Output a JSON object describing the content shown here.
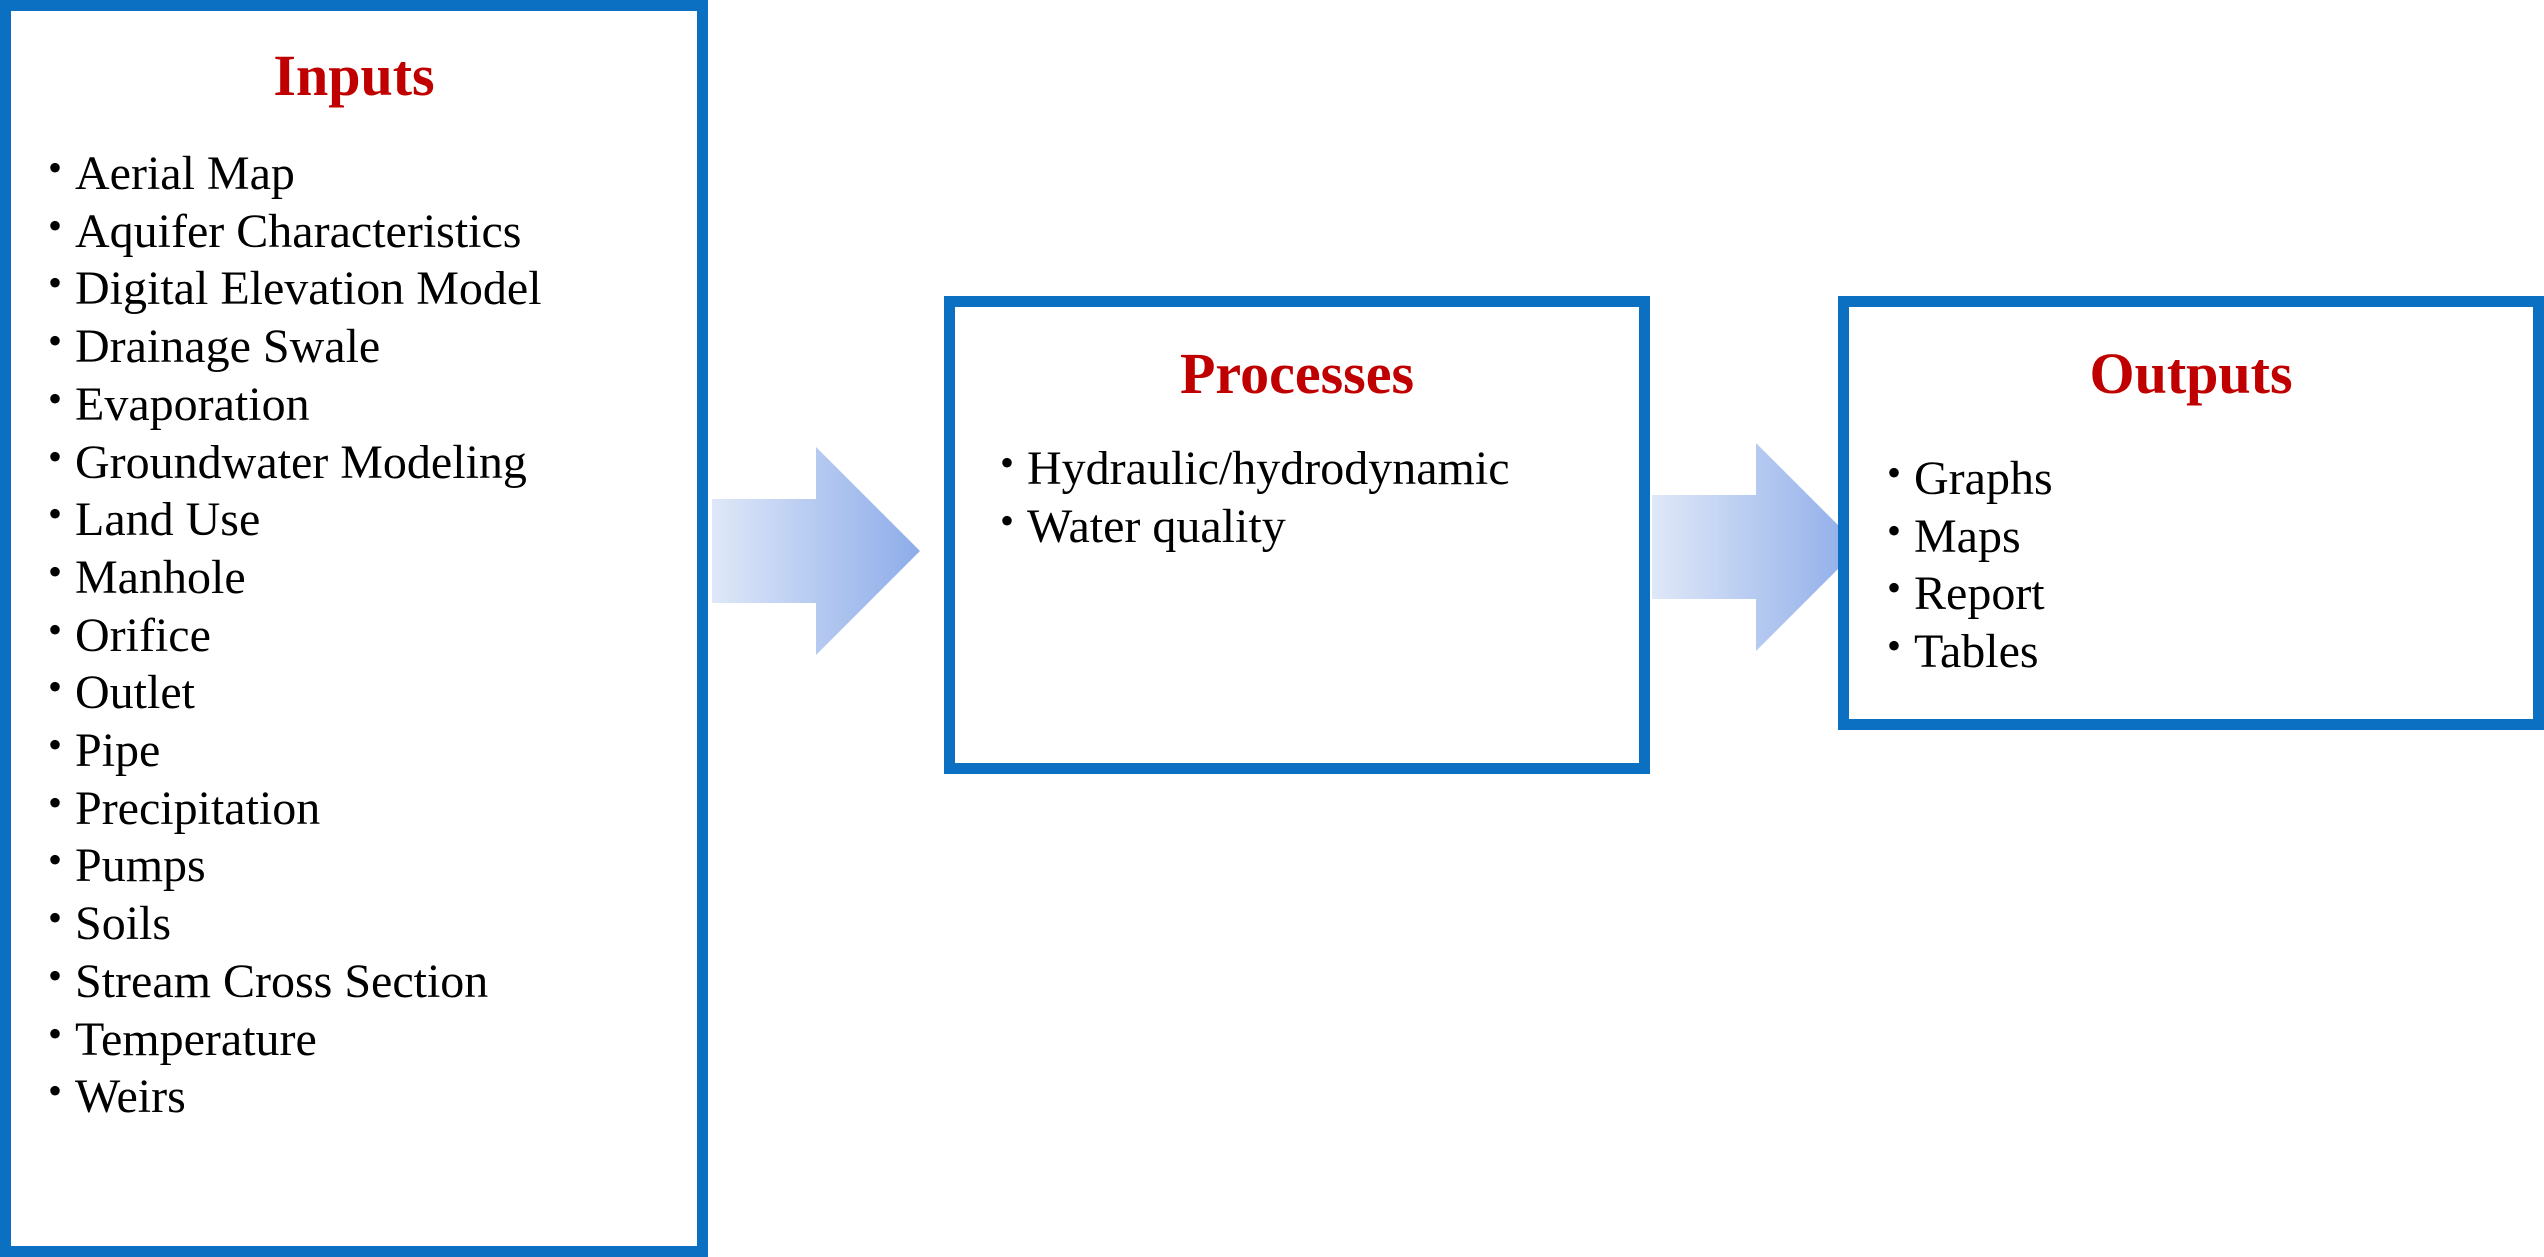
{
  "inputs": {
    "title": "Inputs",
    "items": [
      "Aerial Map",
      "Aquifer Characteristics",
      "Digital Elevation Model",
      "Drainage Swale",
      "Evaporation",
      "Groundwater Modeling",
      "Land Use",
      "Manhole",
      "Orifice",
      "Outlet",
      "Pipe",
      "Precipitation",
      "Pumps",
      "Soils",
      "Stream Cross Section",
      "Temperature",
      "Weirs"
    ]
  },
  "processes": {
    "title": "Processes",
    "items": [
      "Hydraulic/hydrodynamic",
      "Water quality"
    ]
  },
  "outputs": {
    "title": "Outputs",
    "items": [
      "Graphs",
      "Maps",
      "Report",
      "Tables"
    ]
  },
  "style": {
    "border_color": "#0b6fc2",
    "title_color": "#c00000",
    "text_color": "#000000",
    "arrow_gradient_start": "#dfe8f8",
    "arrow_gradient_end": "#8dace9"
  },
  "icons": {
    "bullet": "•",
    "flow_arrow": "right-arrow-icon"
  }
}
